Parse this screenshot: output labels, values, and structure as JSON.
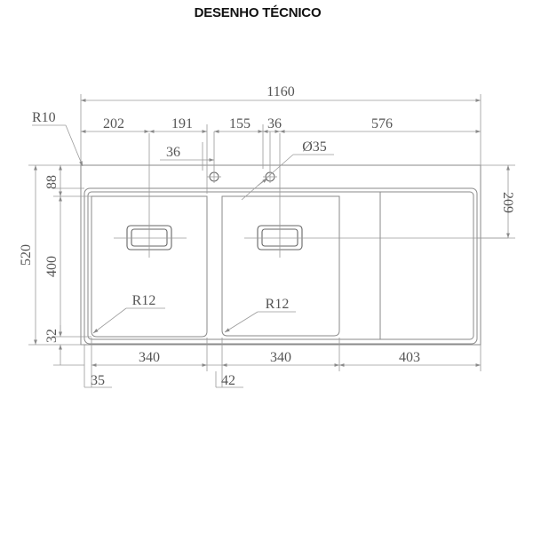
{
  "title": "DESENHO TÉCNICO",
  "colors": {
    "outline": "#8a8a8a",
    "dimension": "#9a9a9a",
    "text": "#555555",
    "title": "#111111"
  },
  "dimensions": {
    "overall_width": "1160",
    "corner_radius": "R10",
    "segment_left": "202",
    "segment_bowl1": "191",
    "segment_gap": "155",
    "segment_hole": "36",
    "segment_drainer": "576",
    "hole_offset": "36",
    "hole_diameter": "Ø35",
    "overall_depth": "520",
    "back_edge": "88",
    "bowl_depth": "400",
    "front_edge": "32",
    "drainer_depth": "209",
    "bowl1_width": "340",
    "bowl2_width": "340",
    "drainer_width": "403",
    "left_margin": "35",
    "bowl_gap": "42",
    "bowl1_radius": "R12",
    "bowl2_radius": "R12"
  }
}
